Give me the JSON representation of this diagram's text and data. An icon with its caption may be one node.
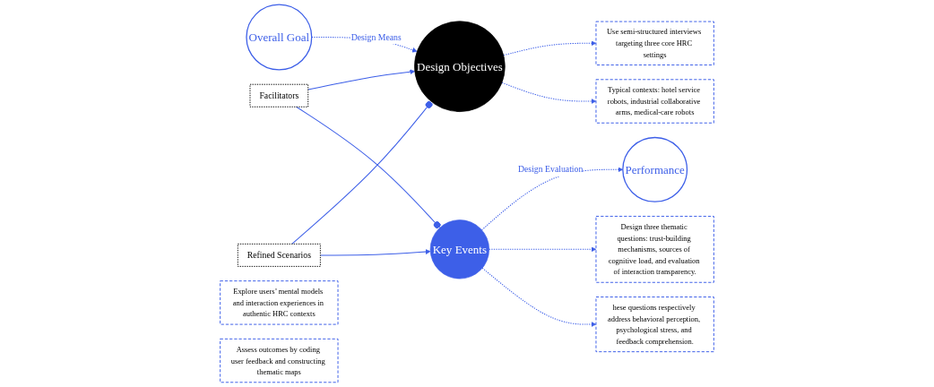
{
  "diagram": {
    "nodes": [
      {
        "text": [
          "Facilitators"
        ]
      },
      {
        "text": [
          "Use semi-structured interviews targeting three core HRC settings"
        ]
      },
      {
        "text": [
          "Design three thematic questions: trust-building mechanisms, sources of cognitive load, and evaluation of interaction transparency."
        ]
      },
      {
        "text": [
          "Overall Goal"
        ]
      },
      {
        "text": [
          "Design Objectives"
        ]
      },
      {
        "text": [
          "Key Events"
        ]
      },
      {
        "text": [
          "Performance"
        ]
      },
      {
        "text": [
          "Explore users’ mental models and interaction experiences in authentic HRC contexts"
        ]
      },
      {
        "text": [
          "Typical contexts: hotel service robots, industrial collaborative arms, medical-care robots"
        ]
      },
      {
        "text": [
          "hese questions respectively address behavioral perception, psychological stress, and feedback comprehension."
        ]
      },
      {
        "text": [
          "Assess outcomes by coding user feedback and constructing thematic maps"
        ]
      },
      {
        "text": [
          "Refined Scenarios"
        ]
      }
    ],
    "edges": [
      {
        "from": 0,
        "to": 4,
        "arrow": "to"
      },
      {
        "from": 0,
        "to": 5,
        "arrow": "other"
      },
      {
        "from": 3,
        "to": 4,
        "arrow": "to",
        "style": "dashed",
        "label": "Design Means"
      },
      {
        "from": 5,
        "to": 6,
        "arrow": "to",
        "style": "dashed",
        "label": "Design Evaluation"
      },
      {
        "from": 4,
        "to": 1,
        "arrow": "to",
        "style": "dashed"
      },
      {
        "from": 4,
        "to": 8,
        "arrow": "to",
        "style": "dashed"
      },
      {
        "from": 5,
        "to": 2,
        "arrow": "to",
        "style": "dashed"
      },
      {
        "from": 5,
        "to": 9,
        "arrow": "to",
        "style": "dashed"
      },
      {
        "from": 11,
        "to": 4,
        "arrow": "other"
      },
      {
        "from": 11,
        "to": 5,
        "arrow": "to"
      }
    ]
  }
}
